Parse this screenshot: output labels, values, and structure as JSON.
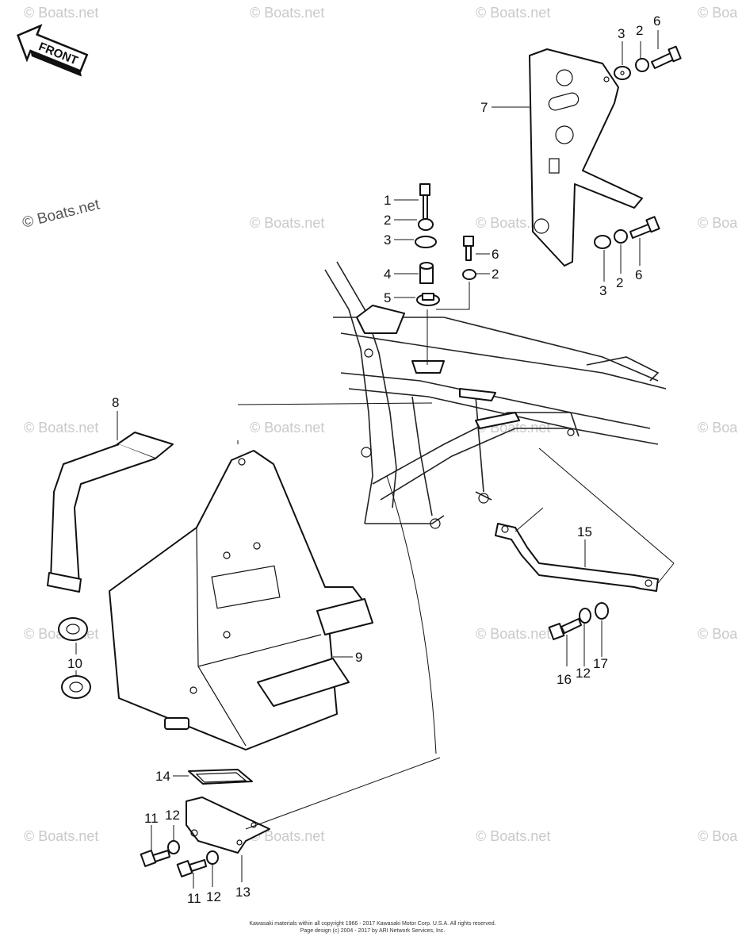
{
  "front_arrow": {
    "label": "FRONT"
  },
  "watermark": {
    "text": "© Boats.net",
    "short": "© Boa"
  },
  "callouts": {
    "c1": "1",
    "c2a": "2",
    "c3a": "3",
    "c4": "4",
    "c5": "5",
    "c6a": "6",
    "c2b": "2",
    "c3top": "3",
    "c2top": "2",
    "c6top": "6",
    "c7": "7",
    "c3r": "3",
    "c2r": "2",
    "c6r": "6",
    "c8": "8",
    "c9": "9",
    "c10": "10",
    "c15": "15",
    "c16": "16",
    "c12r": "12",
    "c17": "17",
    "c14": "14",
    "c11a": "11",
    "c12a": "12",
    "c11b": "11",
    "c12b": "12",
    "c13": "13"
  },
  "footer": {
    "line1": "Kawasaki materials within all copyright 1966 - 2017 Kawasaki Motor Corp. U.S.A.  All rights reserved.",
    "line2": "Page design (c) 2004 - 2017 by ARI Network Services, Inc."
  }
}
